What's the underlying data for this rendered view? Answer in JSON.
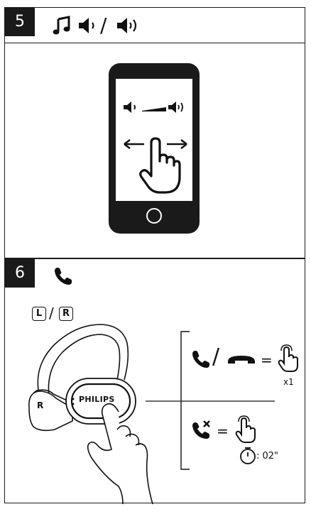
{
  "step5": {
    "number": "5",
    "header_icons": [
      "music-note-icon",
      "volume-down-icon",
      "volume-up-icon"
    ],
    "separator": "/",
    "phone_screen_icons": [
      "volume-down-icon",
      "volume-slider-icon",
      "volume-up-icon",
      "swipe-left-right-icon",
      "hand-pointer-icon"
    ]
  },
  "step6": {
    "number": "6",
    "header_icon": "phone-call-icon",
    "side_left": "L",
    "side_sep": "/",
    "side_right": "R",
    "earbud_brand": "PHILIPS",
    "earbud_side": "R",
    "action1": {
      "separator": "/",
      "equals": "=",
      "count": "x1",
      "icons": [
        "phone-answer-icon",
        "phone-hangup-icon",
        "tap-finger-icon"
      ]
    },
    "action2": {
      "equals": "=",
      "duration": ": 02\"",
      "icons": [
        "phone-reject-icon",
        "tap-finger-icon",
        "timer-icon"
      ]
    }
  }
}
